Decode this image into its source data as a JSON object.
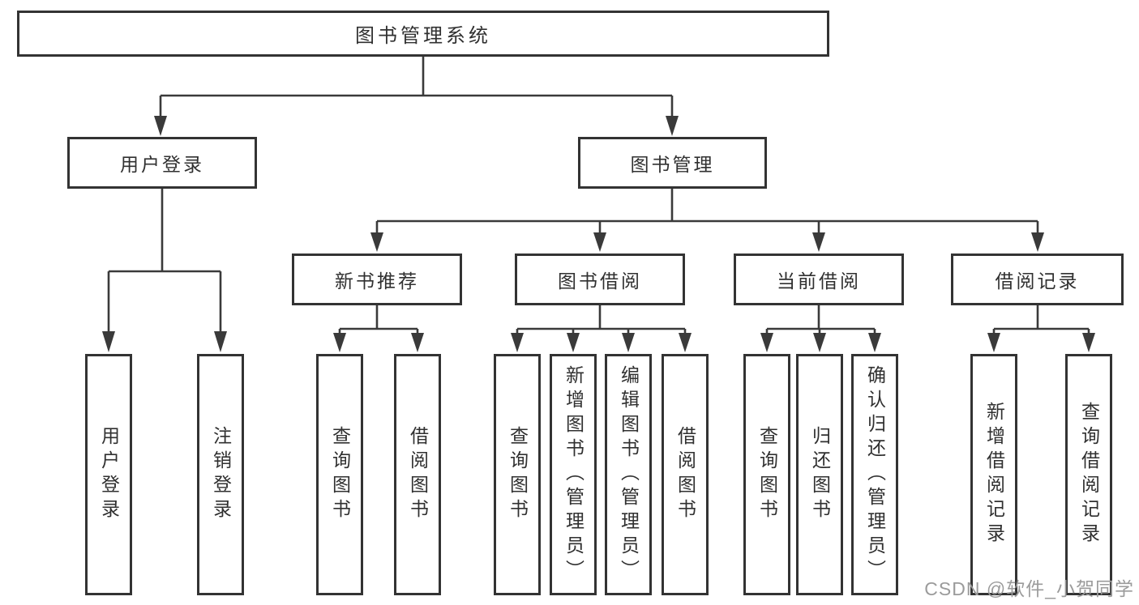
{
  "colors": {
    "line": "#3a3a3a",
    "border": "#333333",
    "text": "#303030",
    "watermark": "#9b9b9b",
    "background": "#ffffff"
  },
  "tree": {
    "label": "图书管理系统",
    "children": [
      {
        "label": "用户登录",
        "children": [
          {
            "label": "用户登录"
          },
          {
            "label": "注销登录"
          }
        ]
      },
      {
        "label": "图书管理",
        "children": [
          {
            "label": "新书推荐",
            "children": [
              {
                "label": "查询图书"
              },
              {
                "label": "借阅图书"
              }
            ]
          },
          {
            "label": "图书借阅",
            "children": [
              {
                "label": "查询图书"
              },
              {
                "label": "新增图书（管理员）"
              },
              {
                "label": "编辑图书（管理员）"
              },
              {
                "label": "借阅图书"
              }
            ]
          },
          {
            "label": "当前借阅",
            "children": [
              {
                "label": "查询图书"
              },
              {
                "label": "归还图书"
              },
              {
                "label": "确认归还（管理员）"
              }
            ]
          },
          {
            "label": "借阅记录",
            "children": [
              {
                "label": "新增借阅记录"
              },
              {
                "label": "查询借阅记录"
              }
            ]
          }
        ]
      }
    ]
  },
  "watermark": "CSDN @软件_小贺同学"
}
